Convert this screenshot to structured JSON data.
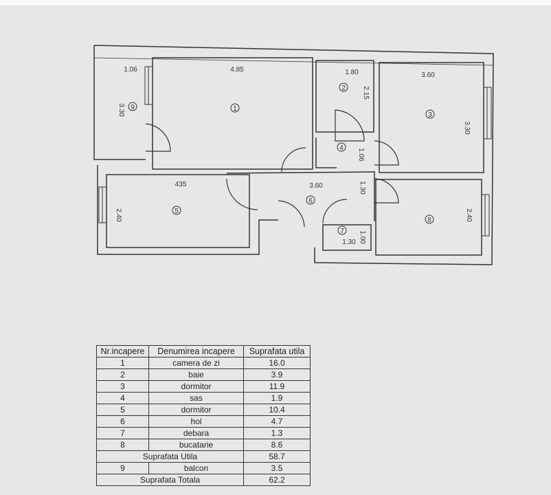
{
  "plan": {
    "rooms": [
      {
        "number": "1",
        "dims": [
          "4.85"
        ]
      },
      {
        "number": "2",
        "dims": [
          "1.80",
          "2.15"
        ]
      },
      {
        "number": "3",
        "dims": [
          "3.60",
          "3.30"
        ]
      },
      {
        "number": "4",
        "dims": [
          "1.06"
        ]
      },
      {
        "number": "5",
        "dims": [
          "435",
          "2.40"
        ]
      },
      {
        "number": "6",
        "dims": [
          "3.60",
          "1.30"
        ]
      },
      {
        "number": "7",
        "dims": [
          "1.30",
          "1.00"
        ]
      },
      {
        "number": "8",
        "dims": [
          "2.40"
        ]
      },
      {
        "number": "9",
        "dims": [
          "1.06",
          "3.30"
        ]
      }
    ]
  },
  "table": {
    "headers": [
      "Nr.incapere",
      "Denumirea incapere",
      "Suprafata utila"
    ],
    "rows": [
      {
        "nr": "1",
        "name": "camera de zi",
        "area": "16.0"
      },
      {
        "nr": "2",
        "name": "baie",
        "area": "3.9"
      },
      {
        "nr": "3",
        "name": "dormitor",
        "area": "11.9"
      },
      {
        "nr": "4",
        "name": "sas",
        "area": "1.9"
      },
      {
        "nr": "5",
        "name": "dormitor",
        "area": "10.4"
      },
      {
        "nr": "6",
        "name": "hol",
        "area": "4.7"
      },
      {
        "nr": "7",
        "name": "debara",
        "area": "1.3"
      },
      {
        "nr": "8",
        "name": "bucatarie",
        "area": "8.6"
      }
    ],
    "subtotal_label": "Suprafata Utila",
    "subtotal_value": "58.7",
    "balcony": {
      "nr": "9",
      "name": "balcon",
      "area": "3.5"
    },
    "total_label": "Suprafata Totala",
    "total_value": "62.2"
  }
}
